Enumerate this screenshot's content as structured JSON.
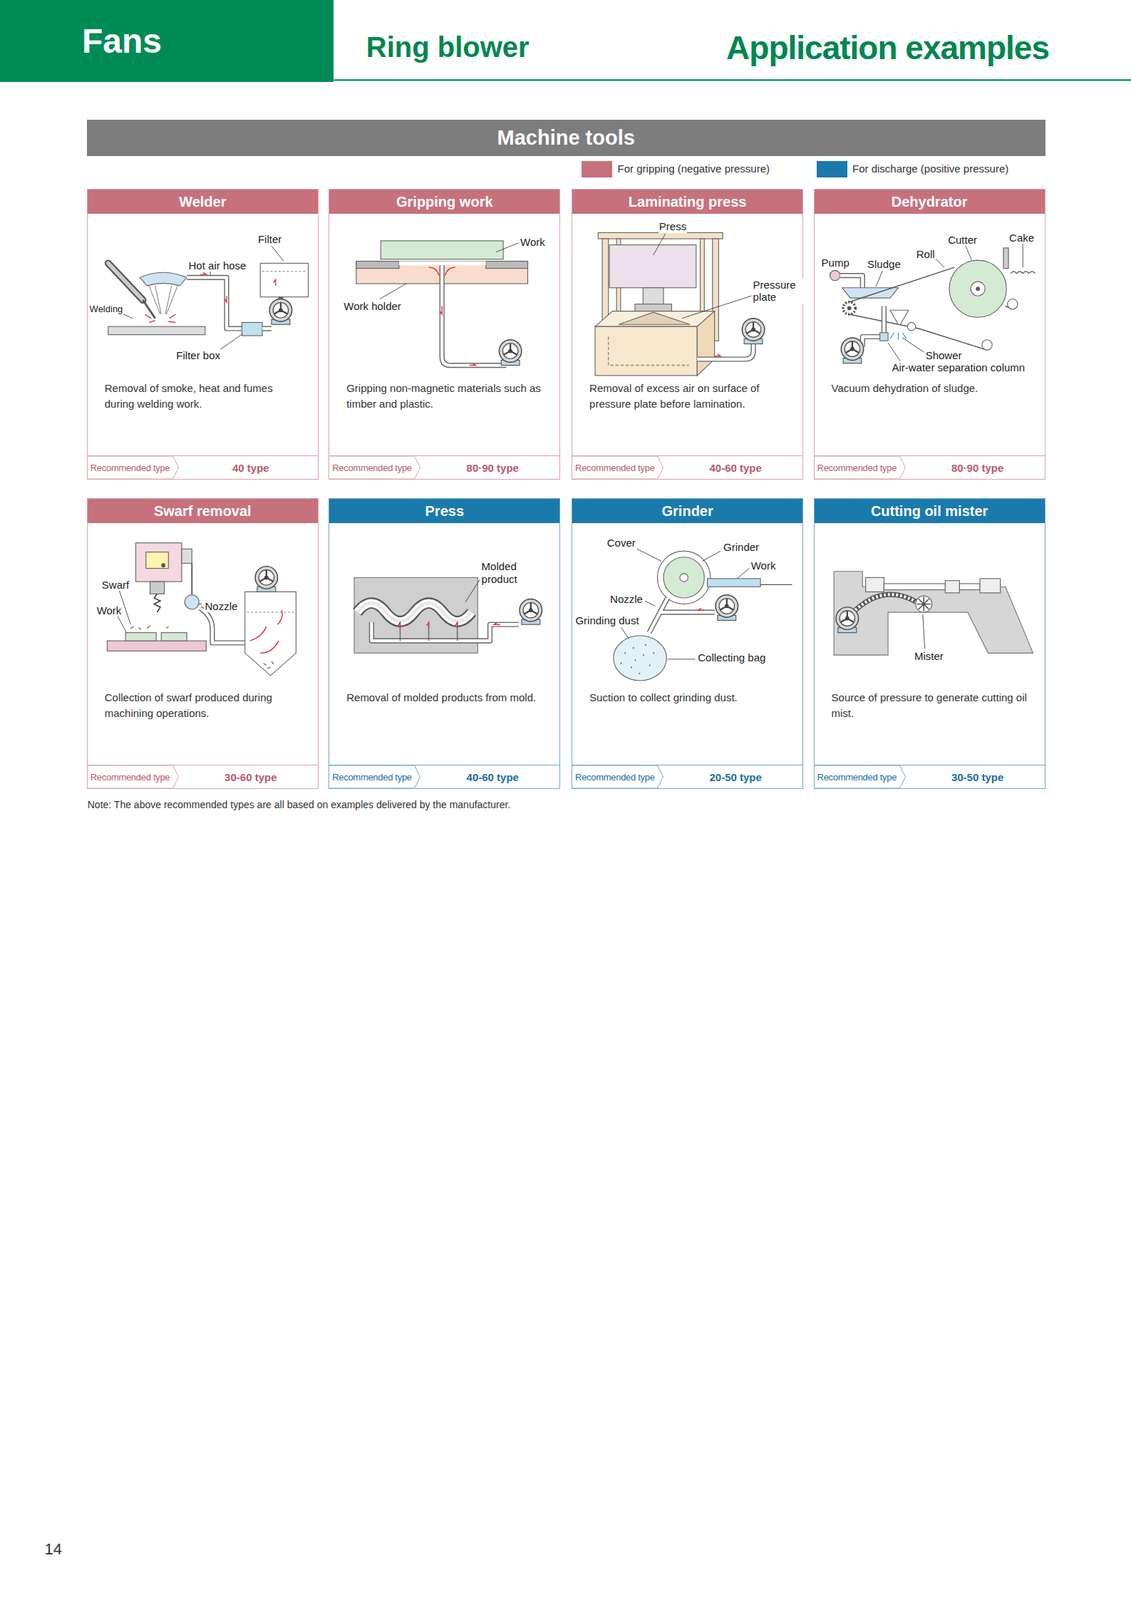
{
  "diagram": {
    "title": "Application examples",
    "nodes": [
      {
        "text": [
          "Fans"
        ]
      },
      {
        "text": [
          "Machine tools"
        ]
      },
      {
        "text": [
          "Welder",
          "Removal of smoke, heat and fumes during welding work."
        ]
      },
      {
        "text": [
          "Recommended type",
          "40 type"
        ],
        "in": 2
      },
      {
        "text": [
          "Gripping work",
          "Gripping non-magnetic materials such as timber and plastic."
        ]
      },
      {
        "text": [
          "Recommended type",
          "80·90 type"
        ],
        "in": 4
      },
      {
        "text": [
          "Laminating press",
          "Removal of excess air on surface of pressure plate before lamination."
        ]
      },
      {
        "text": [
          "Recommended type",
          "40-60 type"
        ],
        "in": 6
      },
      {
        "text": [
          "Dehydrator",
          "Vacuum dehydration of sludge."
        ]
      },
      {
        "text": [
          "Recommended type",
          "80·90 type"
        ],
        "in": 8
      },
      {
        "text": [
          "Swarf removal",
          "Collection of swarf produced during machining operations."
        ]
      },
      {
        "text": [
          "Recommended type",
          "30-60 type"
        ],
        "in": 10
      },
      {
        "text": [
          "Press",
          "Removal of molded products from mold."
        ]
      },
      {
        "text": [
          "Recommended type",
          "40-60 type"
        ],
        "in": 12
      },
      {
        "text": [
          "Grinder",
          "Suction to collect grinding dust."
        ]
      },
      {
        "text": [
          "Recommended type",
          "20-50 type"
        ],
        "in": 14
      },
      {
        "text": [
          "Cutting oil mister",
          "Source of pressure to generate cutting oil mist."
        ]
      },
      {
        "text": [
          "Recommended type",
          "30-50 type"
        ],
        "in": 16
      }
    ],
    "labels": [
      "Ring blower",
      "Filter",
      "Hot air hose",
      "Welding",
      "Filter box",
      "Work",
      "Work holder",
      "Press",
      "Pressure plate",
      "Cutter",
      "Cake",
      "Roll",
      "Pump",
      "Sludge",
      "Shower",
      "Air-water separation column",
      "Swarf",
      "Work",
      "Nozzle",
      "Molded product",
      "Cover",
      "Grinder",
      "Work",
      "Nozzle",
      "Grinding dust",
      "Collecting bag",
      "Mister",
      "Note: The above recommended types are all based on examples delivered by the manufacturer.",
      "14"
    ],
    "legend": [
      {
        "text": "For gripping (negative pressure)",
        "color": "#c7717d"
      },
      {
        "text": "For discharge (positive pressure)",
        "color": "#1b7aac"
      }
    ]
  }
}
